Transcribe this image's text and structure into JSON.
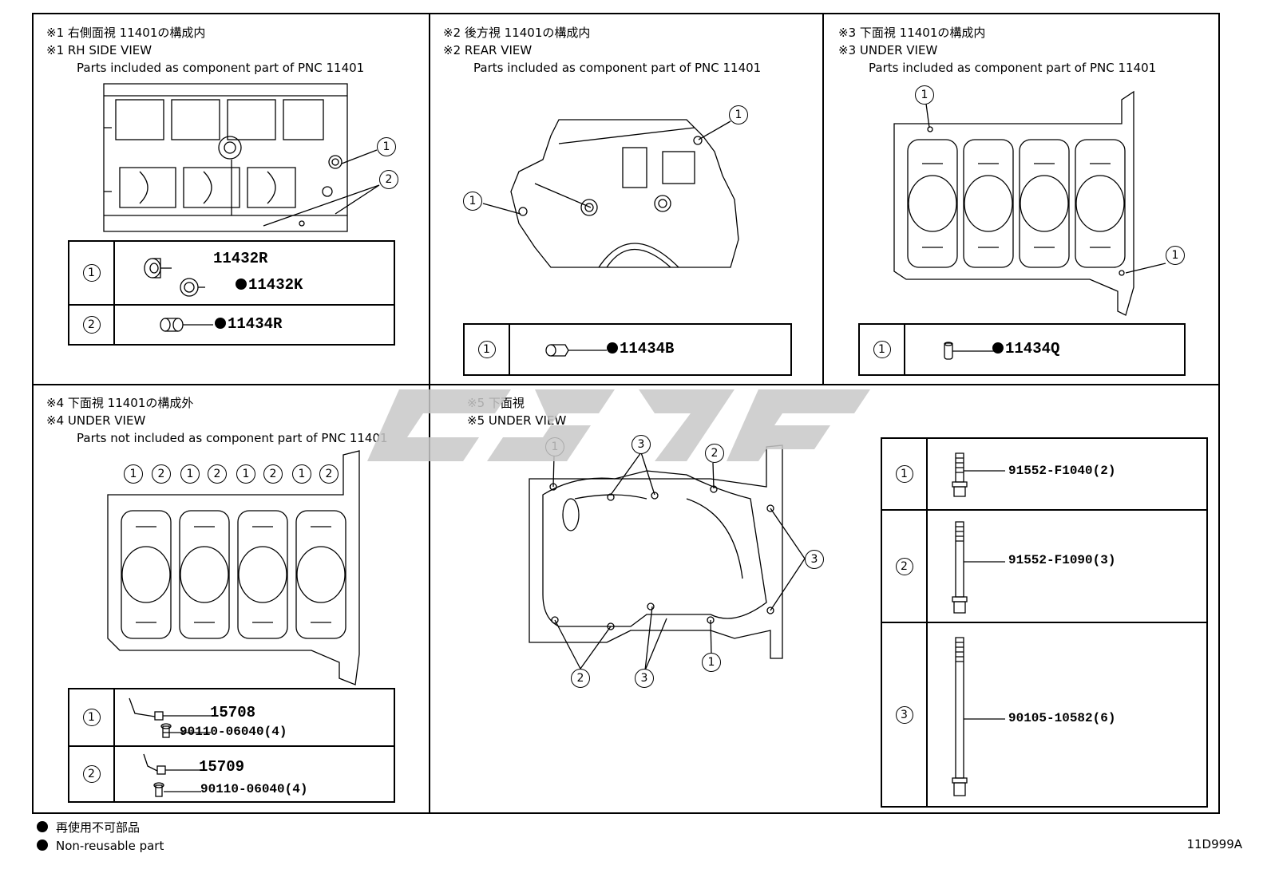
{
  "panels": [
    {
      "line1": "※1 右側面視 11401の構成内",
      "line2": "※1 RH SIDE VIEW",
      "line3": "Parts included as component part of PNC 11401",
      "rows": [
        {
          "num": "1",
          "parts": [
            "11432R",
            "11432K"
          ]
        },
        {
          "num": "2",
          "parts": [
            "11434R"
          ]
        }
      ]
    },
    {
      "line1": "※2 後方視 11401の構成内",
      "line2": "※2 REAR VIEW",
      "line3": "Parts included as component part of PNC 11401",
      "rows": [
        {
          "num": "1",
          "parts": [
            "11434B"
          ]
        }
      ]
    },
    {
      "line1": "※3 下面視 11401の構成内",
      "line2": "※3 UNDER VIEW",
      "line3": "Parts included as component part of PNC 11401",
      "rows": [
        {
          "num": "1",
          "parts": [
            "11434Q"
          ]
        }
      ]
    },
    {
      "line1": "※4 下面視 11401の構成外",
      "line2": "※4 UNDER VIEW",
      "line3": "Parts not included as component part of PNC 11401",
      "rows": [
        {
          "num": "1",
          "parts": [
            "15708",
            "90110-06040(4)"
          ]
        },
        {
          "num": "2",
          "parts": [
            "15709",
            "90110-06040(4)"
          ]
        }
      ]
    },
    {
      "line1": "※5 下面視",
      "line2": "※5 UNDER VIEW",
      "line3": "",
      "rows": [
        {
          "num": "1",
          "parts": [
            "91552-F1040(2)"
          ]
        },
        {
          "num": "2",
          "parts": [
            "91552-F1090(3)"
          ]
        },
        {
          "num": "3",
          "parts": [
            "90105-10582(6)"
          ]
        }
      ]
    }
  ],
  "callouts": {
    "one": "1",
    "two": "2",
    "three": "3"
  },
  "legend": {
    "line1": "再使用不可部品",
    "line2": "Non-reusable part"
  },
  "drawing_code": "11D999A",
  "colors": {
    "line": "#000000",
    "watermark": "#c8c8c8",
    "background": "#ffffff"
  }
}
